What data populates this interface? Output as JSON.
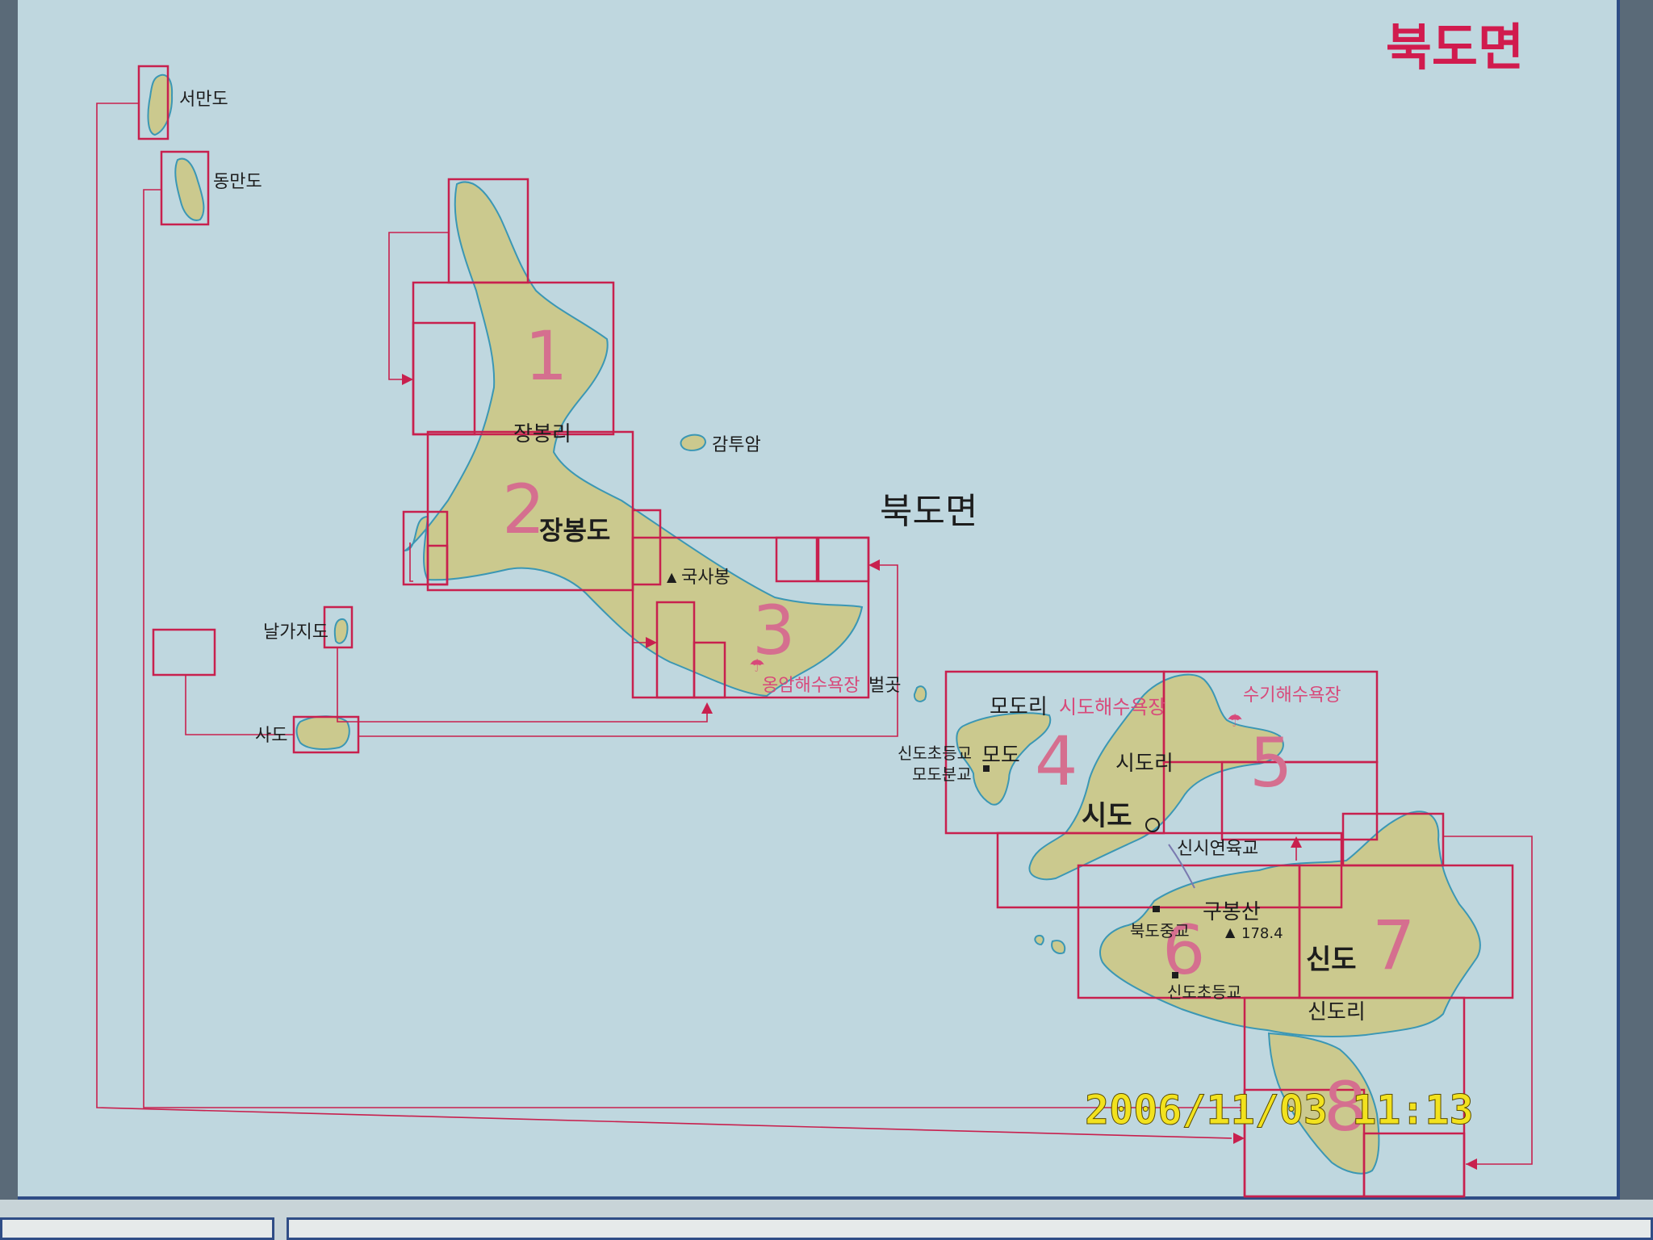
{
  "title": "북도면",
  "center_label": "북도면",
  "timestamp": "2006/11/03 11:13",
  "colors": {
    "sea": "#bfd7df",
    "land": "#cbc98e",
    "grid": "#c8204e",
    "title": "#d11b4e"
  },
  "grid_numbers": [
    "1",
    "2",
    "3",
    "4",
    "5",
    "6",
    "7",
    "8"
  ],
  "islands": {
    "seoman": "서만도",
    "dongman": "동만도",
    "nalgaji": "날가지도",
    "sado": "사도",
    "gamtuam": "감투암",
    "jangbongdo": "장봉도",
    "beolgot": "벌곳",
    "modo": "모도",
    "sido": "시도",
    "sindo": "신도"
  },
  "places": {
    "jangbong_ri": "장봉리",
    "guksabong": "국사봉",
    "beach_jangbong": "옹암해수욕장",
    "modo_ri": "모도리",
    "beach_sido": "시도해수욕장",
    "beach_sugi": "수기해수욕장",
    "sido_ri": "시도리",
    "school_sindo_1": "신도초등교",
    "school_modo": "모도분교",
    "bridge": "신시연육교",
    "gubongsan": "구봉산",
    "elevation": "178.4",
    "school_bukdo_middle": "북도중교",
    "school_sindo_2": "신도초등교",
    "sindo_ri": "신도리"
  }
}
